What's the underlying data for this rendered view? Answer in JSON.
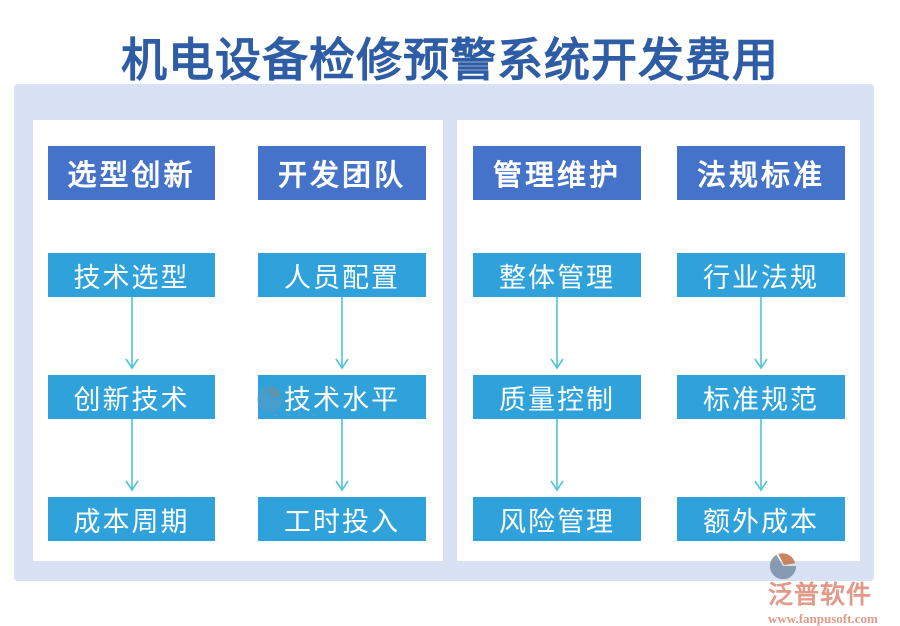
{
  "title": "机电设备检修预警系统开发费用",
  "panels": [
    {
      "columns": [
        {
          "header": "选型创新",
          "items": [
            "技术选型",
            "创新技术",
            "成本周期"
          ]
        },
        {
          "header": "开发团队",
          "items": [
            "人员配置",
            "技术水平",
            "工时投入"
          ]
        }
      ]
    },
    {
      "columns": [
        {
          "header": "管理维护",
          "items": [
            "整体管理",
            "质量控制",
            "风险管理"
          ]
        },
        {
          "header": "法规标准",
          "items": [
            "行业法规",
            "标准规范",
            "额外成本"
          ]
        }
      ]
    }
  ],
  "watermark": {
    "brand": "泛普软件",
    "url": "www.fanpusoft.com"
  },
  "colors": {
    "title_blue": "#2e5da6",
    "header_box_blue": "#4573c9",
    "item_box_blue": "#2fa2db",
    "arrow_cyan": "#4fc5d5",
    "panel_lavender": "#d9e2f5",
    "watermark_salmon": "#df8e7c"
  }
}
